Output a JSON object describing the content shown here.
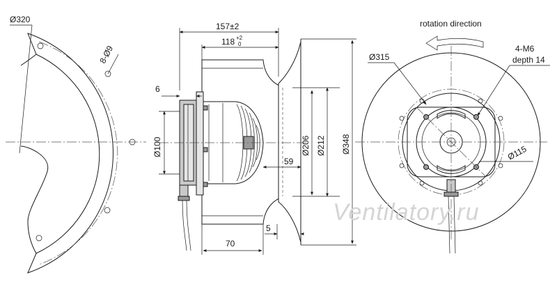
{
  "left_view": {
    "diameter_label": "Ø320",
    "holes_label": "8-Ø9"
  },
  "side_view": {
    "overall_width": "157±2",
    "width_118": "118",
    "width_118_upper_tol": "+2",
    "width_118_lower_tol": "0",
    "flange_thickness": "6",
    "hub_diameter": "Ø100",
    "dia_206": "Ø206",
    "dia_212": "Ø212",
    "dia_348": "Ø348",
    "dim_59": "59",
    "dim_5": "5",
    "dim_70": "70"
  },
  "front_view": {
    "rotation_label": "rotation direction",
    "dia_315": "Ø315",
    "thread_label": "4-M6",
    "depth_label": "depth 14",
    "dia_115": "Ø115"
  },
  "watermark": "Ventilatory.ru"
}
